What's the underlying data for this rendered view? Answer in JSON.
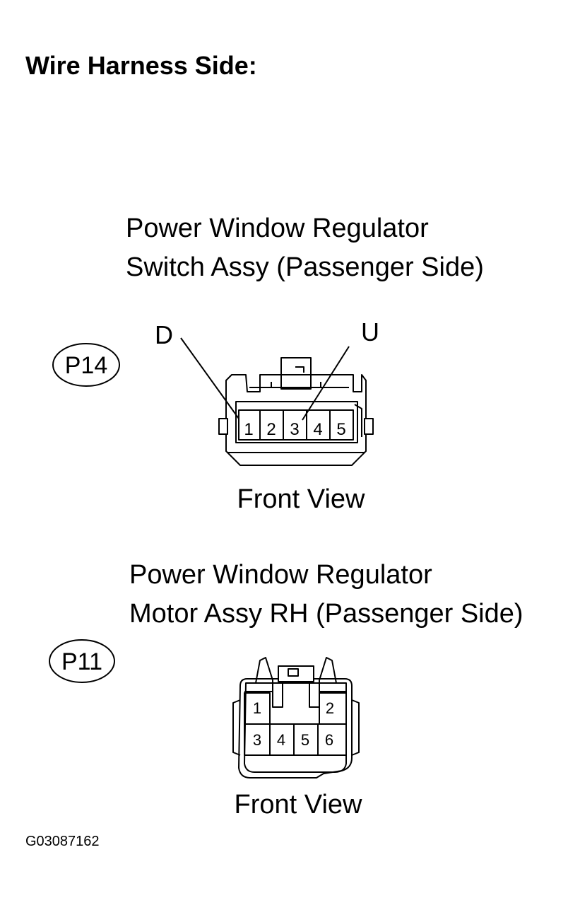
{
  "title": "Wire Harness Side:",
  "connector_p14": {
    "tag": "P14",
    "name_line1": "Power Window Regulator",
    "name_line2": "Switch Assy (Passenger Side)",
    "callout_d": "D",
    "callout_u": "U",
    "pins": [
      "1",
      "2",
      "3",
      "4",
      "5"
    ],
    "view": "Front View"
  },
  "connector_p11": {
    "tag": "P11",
    "name_line1": "Power Window Regulator",
    "name_line2": "Motor Assy RH (Passenger Side)",
    "pins": [
      "1",
      "2",
      "3",
      "4",
      "5",
      "6"
    ],
    "view": "Front View"
  },
  "figure_id": "G03087162"
}
